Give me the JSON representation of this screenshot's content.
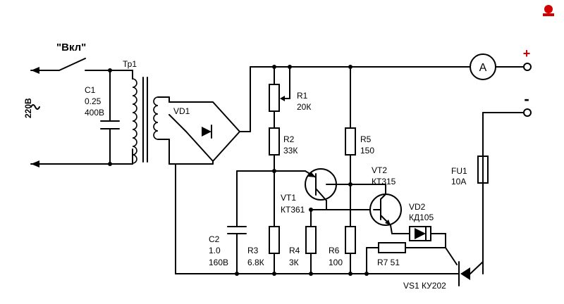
{
  "labels": {
    "switch": "\"Вкл\"",
    "mains": "220В",
    "plus": "+",
    "minus": "-",
    "ammeter": "A",
    "tr1": "Тр1",
    "c1": [
      "C1",
      "0.25",
      "400В"
    ],
    "vd1": "VD1",
    "r1": [
      "R1",
      "20К"
    ],
    "r2": [
      "R2",
      "33К"
    ],
    "r5": [
      "R5",
      "150"
    ],
    "vt1": [
      "VT1",
      "КТ361"
    ],
    "vt2": [
      "VT2",
      "КТ315"
    ],
    "vd2": [
      "VD2",
      "КД105"
    ],
    "fu1": [
      "FU1",
      "10А"
    ],
    "c2": [
      "C2",
      "1.0",
      "160В"
    ],
    "r3": [
      "R3",
      "6.8К"
    ],
    "r4": [
      "R4",
      "3К"
    ],
    "r6": [
      "R6",
      "100"
    ],
    "r7": "R7 51",
    "vs1": "VS1 КУ202"
  },
  "colors": {
    "ink": "#000000",
    "plus_sign": "#d40000",
    "logo": "#d40000"
  }
}
